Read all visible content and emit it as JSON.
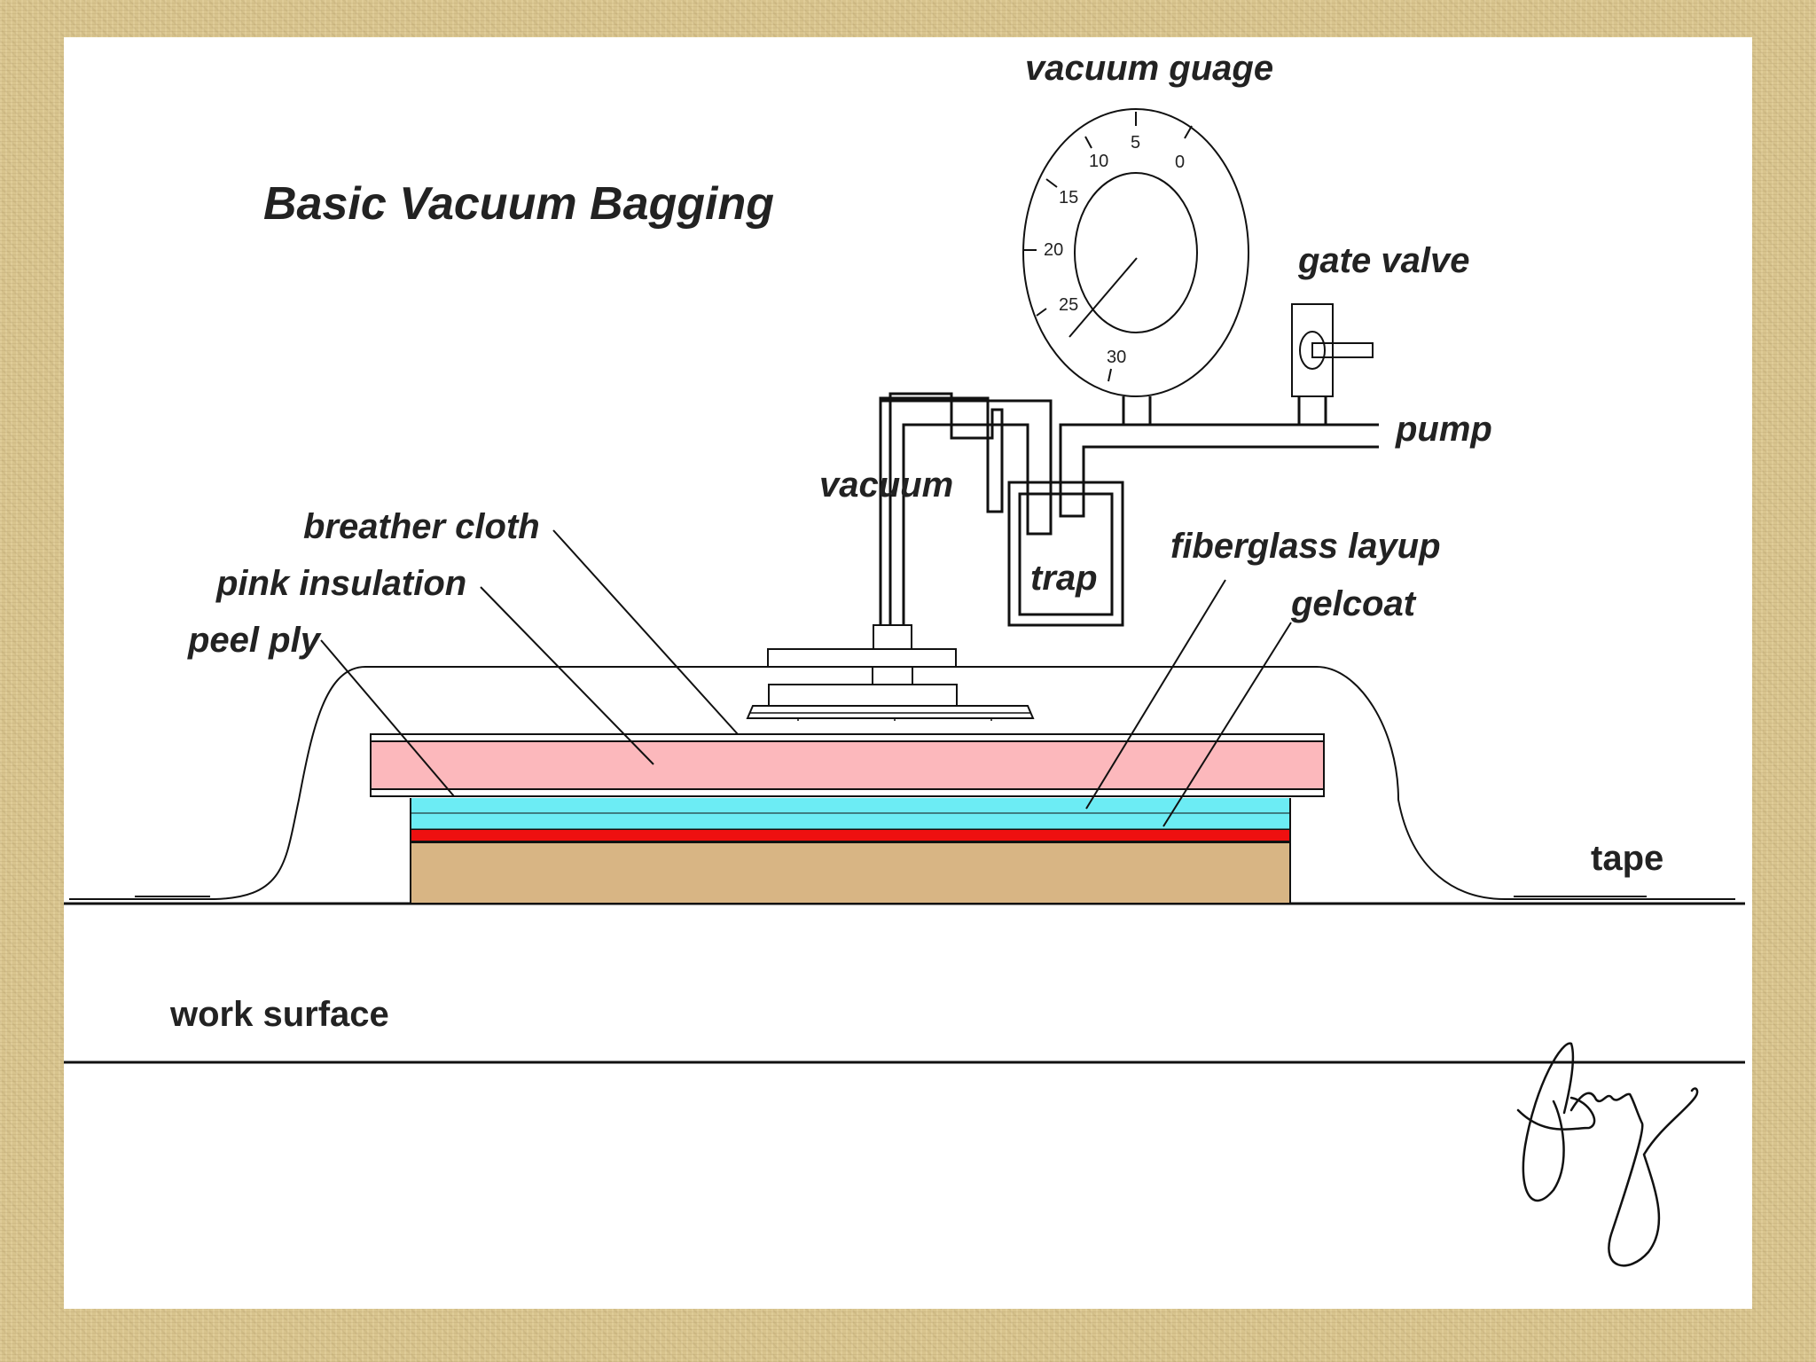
{
  "title": "Basic Vacuum Bagging",
  "labels": {
    "vacuum_gauge": "vacuum guage",
    "gate_valve": "gate valve",
    "pump": "pump",
    "vacuum": "vacuum",
    "trap": "trap",
    "breather_cloth": "breather cloth",
    "pink_insulation": "pink insulation",
    "peel_ply": "peel ply",
    "fiberglass_layup": "fiberglass layup",
    "gelcoat": "gelcoat",
    "tape": "tape",
    "work_surface": "work surface"
  },
  "gauge": {
    "ticks": [
      "10",
      "5",
      "0",
      "15",
      "20",
      "25",
      "30"
    ]
  },
  "colors": {
    "background_frame": "#d8c48e",
    "pink_insulation": "#fcb8bc",
    "fiberglass_layup": "#6cecf4",
    "gelcoat": "#ee1010",
    "mold": "#d8b584"
  }
}
